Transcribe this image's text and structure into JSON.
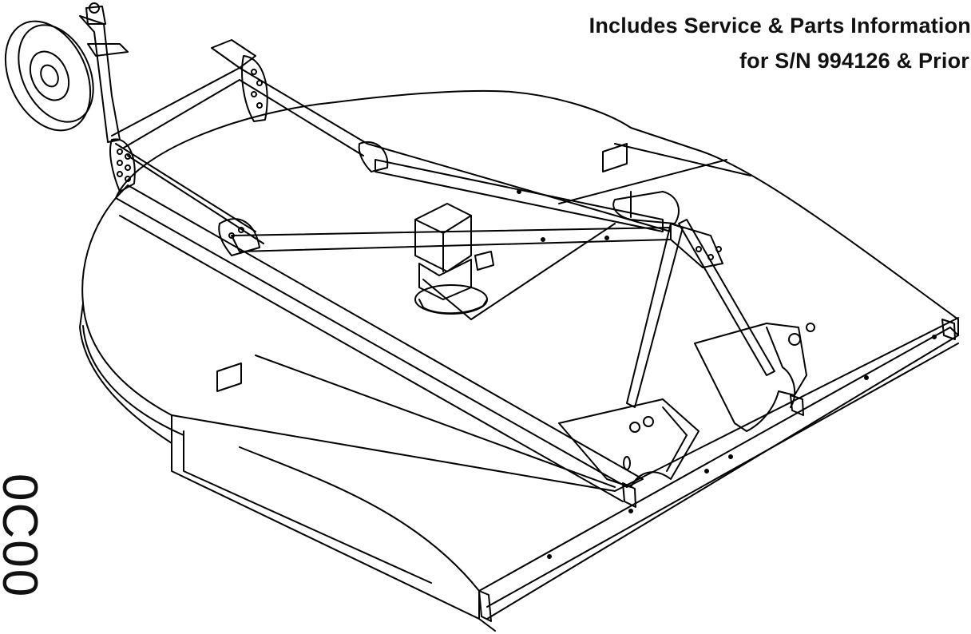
{
  "header": {
    "line1": "Includes Service & Parts Information",
    "line2": "for S/N 994126 & Prior"
  },
  "model_label": "0C00",
  "illustration": {
    "subject": "rotary-cutter-mower-line-drawing",
    "stroke_color": "#000000",
    "background_color": "#ffffff"
  }
}
